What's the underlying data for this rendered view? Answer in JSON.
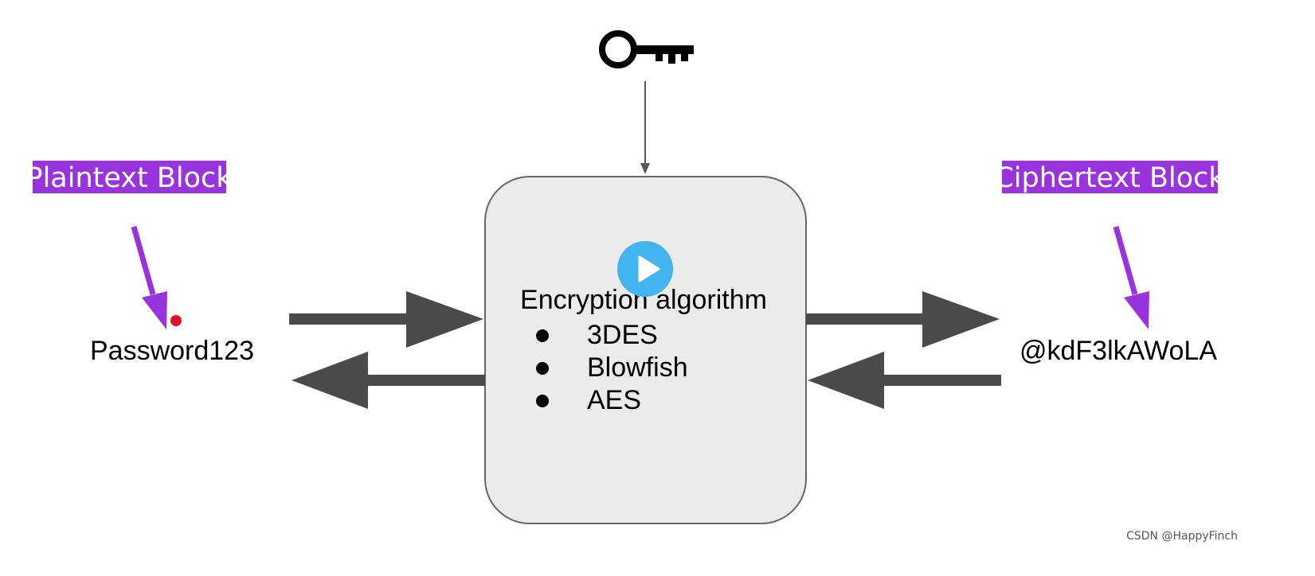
{
  "labels": {
    "plaintext_block": "Plaintext Block",
    "ciphertext_block": "Ciphertext Block"
  },
  "plaintext_value": "Password123",
  "ciphertext_value": "@kdF3lkAWoLA",
  "algorithm": {
    "title": "Encryption algorithm",
    "items": [
      "3DES",
      "Blowfish",
      "AES"
    ]
  },
  "watermark": "CSDN @HappyFinch",
  "icons": {
    "key": "key-icon",
    "play": "play-button-icon"
  },
  "colors": {
    "label_bg": "#9933dd",
    "label_text": "#ffffff",
    "pointer_arrow": "#9933dd",
    "flow_arrow": "#4a4a4a",
    "box_fill": "#ebebeb",
    "box_stroke": "#666666",
    "play_button": "#44b4f0",
    "marker_dot": "#e0102a"
  }
}
